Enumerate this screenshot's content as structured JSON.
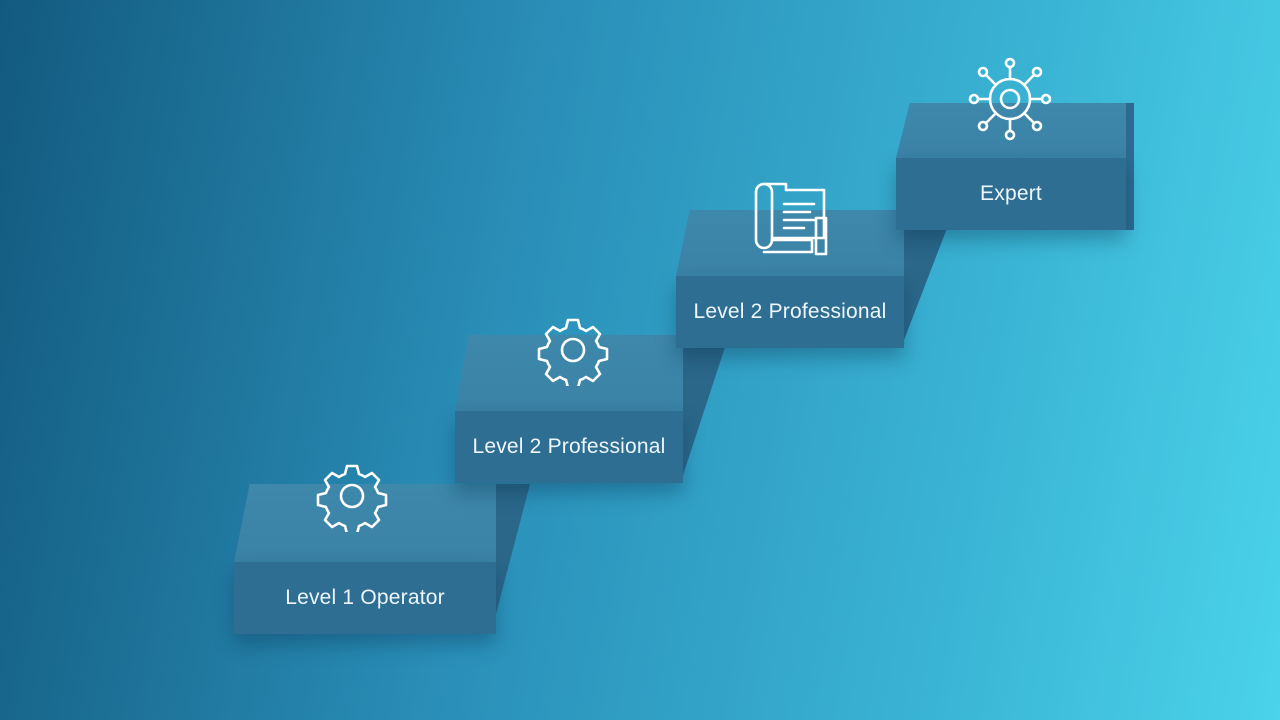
{
  "steps": [
    {
      "label": "Level 1 Operator",
      "icon": "gear-icon"
    },
    {
      "label": "Level 2 Professional",
      "icon": "gear-icon"
    },
    {
      "label": "Level 2 Professional",
      "icon": "blueprint-scroll-icon"
    },
    {
      "label": "Expert",
      "icon": "network-hub-icon"
    }
  ],
  "colors": {
    "background_start": "#135a7f",
    "background_end": "#4ad3ea",
    "step_top": "#3e88ab",
    "step_front": "#2d6e92",
    "icon_stroke": "#ffffff"
  }
}
